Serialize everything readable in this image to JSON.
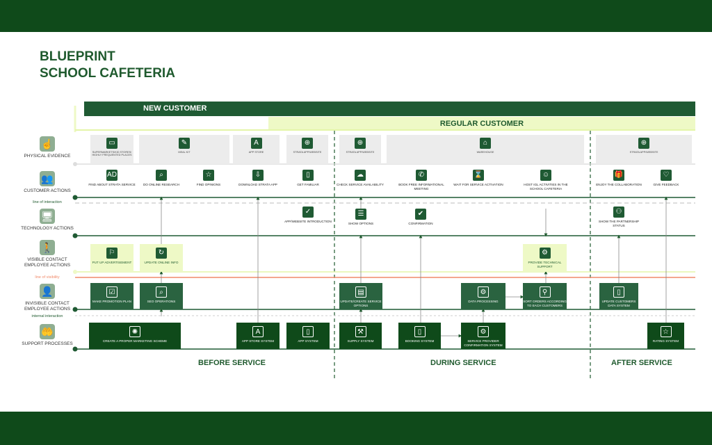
{
  "title": [
    "BLUEPRINT",
    "SCHOOL CAFETERIA"
  ],
  "segments": {
    "new": "NEW CUSTOMER",
    "regular": "REGULAR CUSTOMER"
  },
  "rows": {
    "physical": "PHYSICAL EVIDENCE",
    "customer": "CUSTOMER ACTIONS",
    "technology": "TECHNOLOGY ACTIONS",
    "visible": "VISIBLE CONTACT EMPLOYEE ACTIONS",
    "invisible": "INVISIBLE CONTACT EMPLOYEE ACTIONS",
    "support": "SUPPORT PROCESSES"
  },
  "lines": {
    "interaction": "line of interaction",
    "visibility": "line of visibility",
    "internal": "internal interaction"
  },
  "physical_evidence": [
    {
      "label": "SUPERMARKETS/KID STORES/ HIGHLY FREQUENTED PLACES",
      "icon": "billboard-icon"
    },
    {
      "label": "MEAL KIT",
      "icon": "meal-kit-icon"
    },
    {
      "label": "APP STORE",
      "icon": "app-store-icon"
    },
    {
      "label": "STRATA APP/WEBSITE",
      "icon": "globe-icon"
    },
    {
      "label": "STRATA APP/WEBSITE",
      "icon": "globe-icon"
    },
    {
      "label": "WAREHOUSE",
      "icon": "warehouse-icon"
    },
    {
      "label": "STRATA APP/WEBSITE",
      "icon": "globe-icon"
    }
  ],
  "customer_actions": [
    {
      "label": "FIND ABOUT STRATA SERVICE",
      "icon": "ad-icon"
    },
    {
      "label": "DO ONLINE RESEARCH",
      "icon": "research-icon"
    },
    {
      "label": "FIND OPINIONS",
      "icon": "star-chat-icon"
    },
    {
      "label": "DOWNLOAD STRATA APP",
      "icon": "cloud-download-icon"
    },
    {
      "label": "GET FAMILIAR",
      "icon": "book-icon"
    },
    {
      "label": "CHECK SERVICE AVAILABILITY",
      "icon": "cloud-server-icon"
    },
    {
      "label": "BOOK FREE INFORMATIONAL MEETING",
      "icon": "phone-icon"
    },
    {
      "label": "WAIT FOR SERVICE ACTIVATION",
      "icon": "hourglass-icon"
    },
    {
      "label": "HOST IGL ACTIVITIES IN THE SCHOOL CAFETERIA",
      "icon": "people-table-icon"
    },
    {
      "label": "ENJOY THE COLLABORATION",
      "icon": "gift-icon"
    },
    {
      "label": "GIVE FEEDBACK",
      "icon": "heart-chat-icon"
    }
  ],
  "technology_actions": [
    {
      "label": "APP/WEBSITE INTRODUCTION",
      "icon": "document-check-icon"
    },
    {
      "label": "SHOW OPTIONS",
      "icon": "list-icon"
    },
    {
      "label": "CONFIRMATION",
      "icon": "check-badge-icon"
    },
    {
      "label": "SHOW THE PARTNERSHIP STATUS",
      "icon": "partners-icon"
    }
  ],
  "visible_actions": [
    {
      "label": "PUT UP ADVERTISEMENT",
      "icon": "presenting-icon"
    },
    {
      "label": "UPDATE ONLINE INFO",
      "icon": "refresh-window-icon"
    },
    {
      "label": "PROVIDE TECHNICAL SUPPORT",
      "icon": "gears-support-icon"
    }
  ],
  "invisible_actions": [
    {
      "label": "MAKE PROMOTION PLAN",
      "icon": "checklist-icon"
    },
    {
      "label": "SEO OPERATIONS",
      "icon": "seo-icon"
    },
    {
      "label": "UPDATE/CREATE SERVICE OPTIONS",
      "icon": "menu-book-icon"
    },
    {
      "label": "DATA PROCESSING",
      "icon": "data-gears-icon"
    },
    {
      "label": "SORT ORDERS ACCORDING TO EACH CUSTOMERS",
      "icon": "hierarchy-icon"
    },
    {
      "label": "UPDATE CUSTOMERS DATA SYSTEM",
      "icon": "phone-data-icon"
    }
  ],
  "support_processes": [
    {
      "label": "CREATE A PROPER MARKETING SCHEME",
      "icon": "network-icon"
    },
    {
      "label": "APP STORE SYSTEM",
      "icon": "phone-app-icon"
    },
    {
      "label": "APP SYSTEM",
      "icon": "phone-app-icon"
    },
    {
      "label": "SUPPLY SYSTEM",
      "icon": "conveyor-icon"
    },
    {
      "label": "BOOKING SYSTEM",
      "icon": "phone-booking-icon"
    },
    {
      "label": "SERVICE PROVIDER CONFIRMATION SYSTEM",
      "icon": "phone-gear-icon"
    },
    {
      "label": "RATING SYSTEM",
      "icon": "stars-icon"
    }
  ],
  "phases": [
    "BEFORE SERVICE",
    "DURING SERVICE",
    "AFTER SERVICE"
  ]
}
